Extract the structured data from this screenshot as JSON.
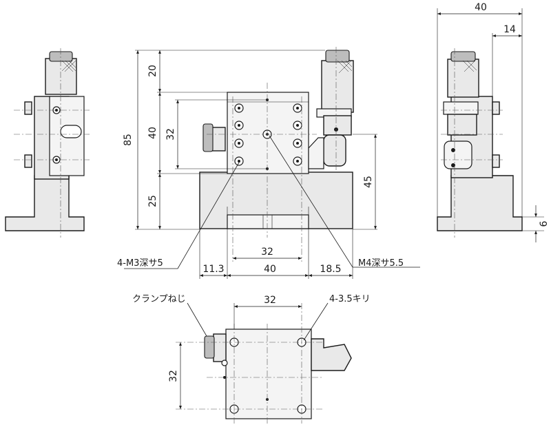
{
  "dimensions": {
    "total_height": "85",
    "top_offset": "20",
    "stage_height": "40",
    "mounting_spacing": "32",
    "base_offset": "25",
    "table_height": "45",
    "hole_pitch_x": "32",
    "stage_width": "40",
    "left_offset": "11.3",
    "right_offset": "18.5",
    "side_total_width": "40",
    "side_micrometer_offset": "14",
    "side_base_thickness": "6",
    "bottom_pitch_x": "32",
    "bottom_pitch_y": "32"
  },
  "notes": {
    "tapped_holes": "4-M3深サ5",
    "center_hole": "M4深サ5.5",
    "clamp_screw": "クランプねじ",
    "through_holes": "4-3.5キリ"
  },
  "colors": {
    "line": "#1a1a1a",
    "body_fill": "#e9e9e9",
    "accent_fill": "#bdbdbd"
  }
}
